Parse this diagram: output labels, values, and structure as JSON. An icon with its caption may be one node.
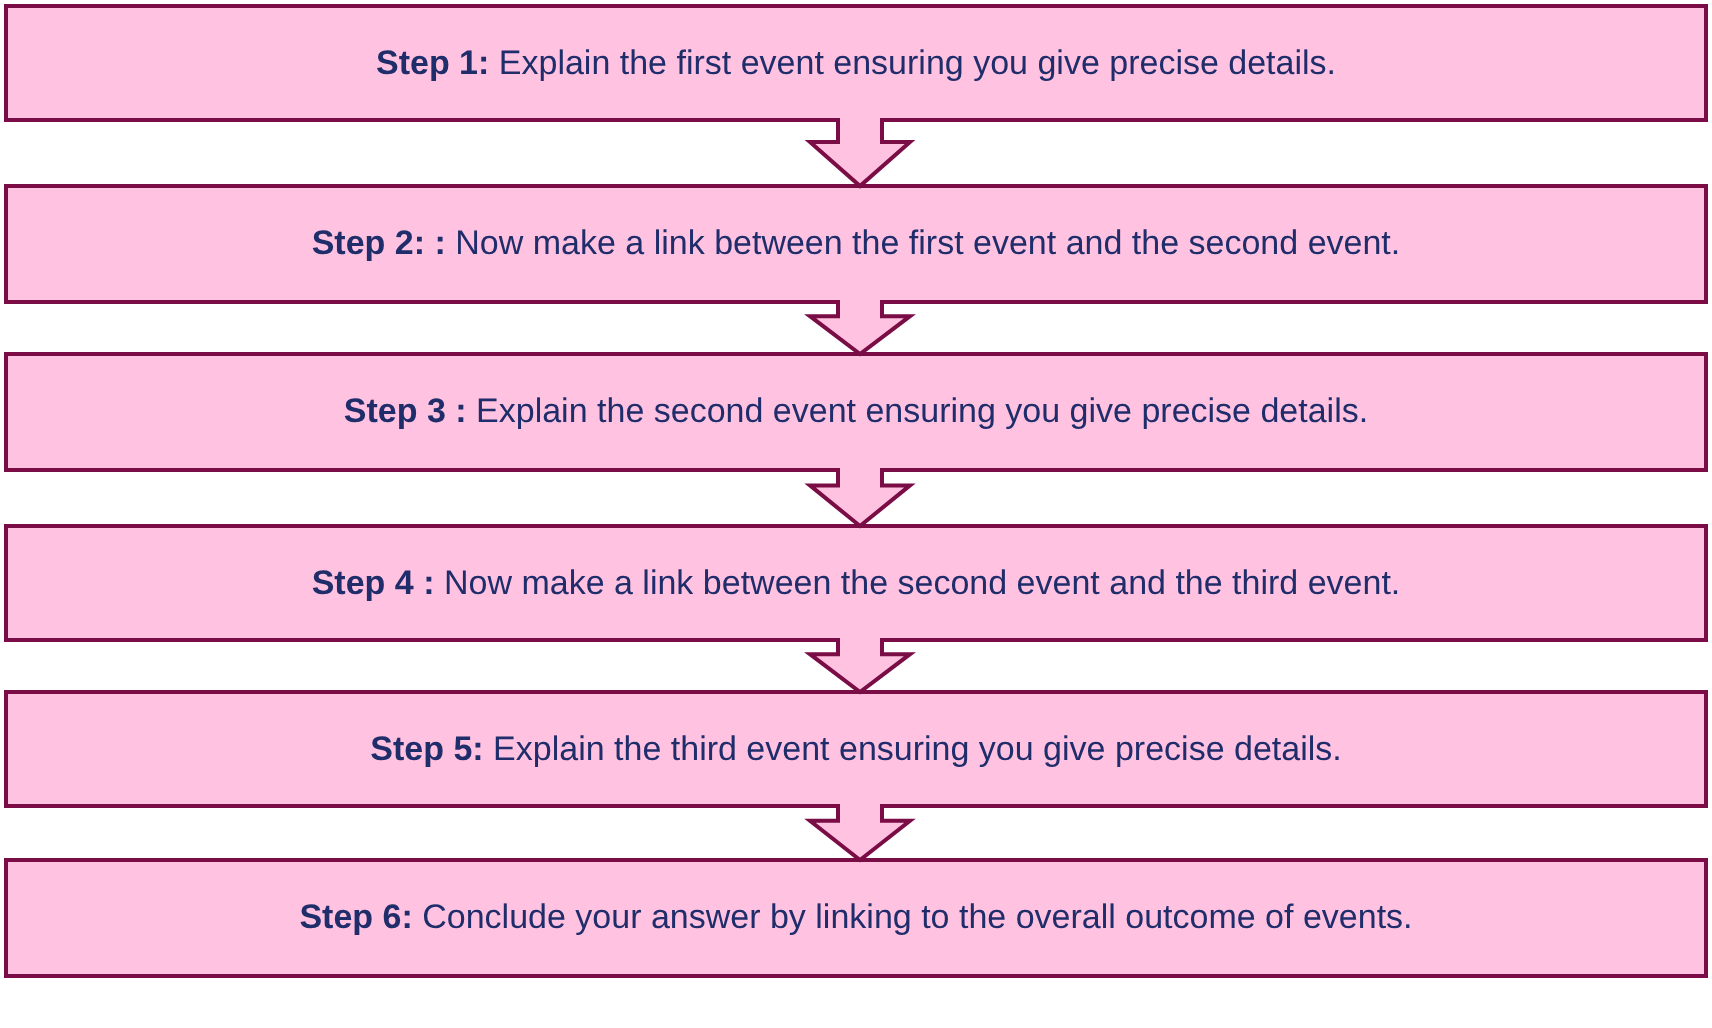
{
  "diagram": {
    "nodes": [
      {
        "text": [
          "**Step 1:** Explain the first event ensuring you give precise details."
        ]
      },
      {
        "text": [
          "**Step 2: :** Now make a link between the first event and the second event."
        ]
      },
      {
        "text": [
          "**Step 3 :** Explain the second event ensuring you give precise details."
        ]
      },
      {
        "text": [
          "**Step 4 :** Now make a link between the second event and the third event."
        ]
      },
      {
        "text": [
          "**Step 5:** Explain the third event ensuring you give precise details."
        ]
      },
      {
        "text": [
          "**Step 6:** Conclude your answer by linking to the overall outcome of events."
        ]
      }
    ],
    "edges": [
      {
        "from": 0,
        "to": 1,
        "arrow": "to"
      },
      {
        "from": 1,
        "to": 2,
        "arrow": "to"
      },
      {
        "from": 2,
        "to": 3,
        "arrow": "to"
      },
      {
        "from": 3,
        "to": 4,
        "arrow": "to"
      },
      {
        "from": 4,
        "to": 5,
        "arrow": "to"
      }
    ]
  }
}
